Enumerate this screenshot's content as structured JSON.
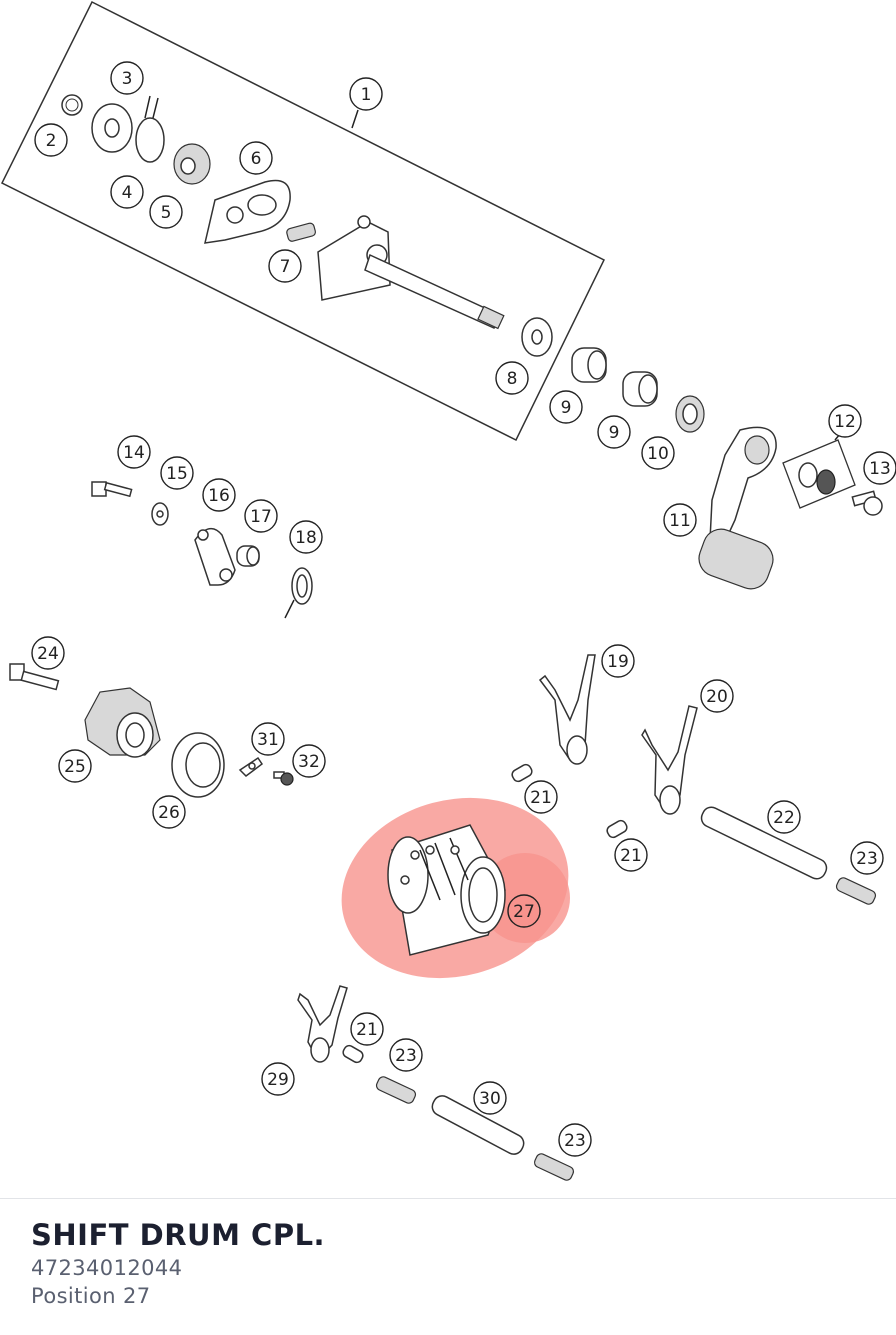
{
  "callouts": [
    {
      "id": "1",
      "label": "1"
    },
    {
      "id": "2",
      "label": "2"
    },
    {
      "id": "3",
      "label": "3"
    },
    {
      "id": "4",
      "label": "4"
    },
    {
      "id": "5",
      "label": "5"
    },
    {
      "id": "6",
      "label": "6"
    },
    {
      "id": "7",
      "label": "7"
    },
    {
      "id": "8",
      "label": "8"
    },
    {
      "id": "9a",
      "label": "9"
    },
    {
      "id": "9b",
      "label": "9"
    },
    {
      "id": "10",
      "label": "10"
    },
    {
      "id": "11",
      "label": "11"
    },
    {
      "id": "12",
      "label": "12"
    },
    {
      "id": "13",
      "label": "13"
    },
    {
      "id": "14",
      "label": "14"
    },
    {
      "id": "15",
      "label": "15"
    },
    {
      "id": "16",
      "label": "16"
    },
    {
      "id": "17",
      "label": "17"
    },
    {
      "id": "18",
      "label": "18"
    },
    {
      "id": "19",
      "label": "19"
    },
    {
      "id": "20",
      "label": "20"
    },
    {
      "id": "21a",
      "label": "21"
    },
    {
      "id": "21b",
      "label": "21"
    },
    {
      "id": "21c",
      "label": "21"
    },
    {
      "id": "22",
      "label": "22"
    },
    {
      "id": "23a",
      "label": "23"
    },
    {
      "id": "23b",
      "label": "23"
    },
    {
      "id": "23c",
      "label": "23"
    },
    {
      "id": "24",
      "label": "24"
    },
    {
      "id": "25",
      "label": "25"
    },
    {
      "id": "26",
      "label": "26"
    },
    {
      "id": "27",
      "label": "27"
    },
    {
      "id": "29",
      "label": "29"
    },
    {
      "id": "30",
      "label": "30"
    },
    {
      "id": "31",
      "label": "31"
    },
    {
      "id": "32",
      "label": "32"
    }
  ],
  "highlight": {
    "label": "27",
    "color": "#f7938d"
  },
  "part": {
    "name": "SHIFT DRUM CPL.",
    "number": "47234012044",
    "position": "Position 27"
  }
}
